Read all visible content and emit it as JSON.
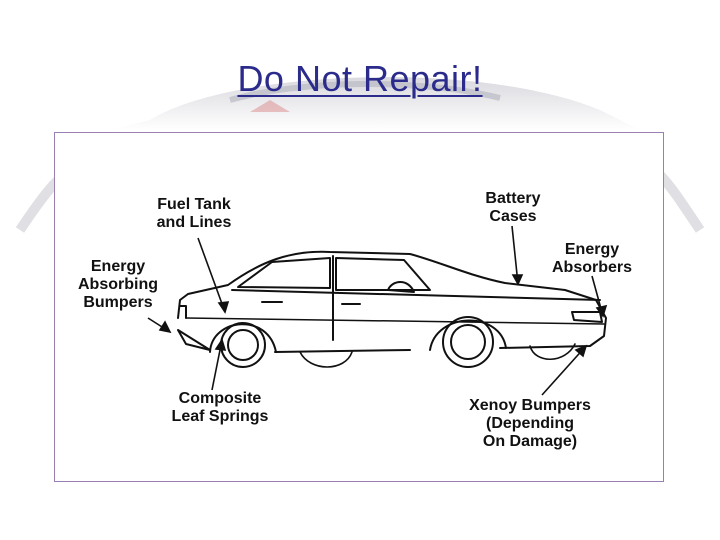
{
  "slide": {
    "title": "Do Not Repair!"
  },
  "diagram": {
    "callouts": {
      "fuel_tank": "Fuel Tank\nand Lines",
      "battery": "Battery\nCases",
      "energy_absorbing_bumpers": "Energy\nAbsorbing\nBumpers",
      "energy_absorbers": "Energy\nAbsorbers",
      "leaf_springs": "Composite\nLeaf Springs",
      "xenoy_bumpers": "Xenoy Bumpers\n(Depending\nOn Damage)"
    }
  },
  "colors": {
    "title": "#2b2b8c",
    "frame_border": "#9a7fb0",
    "line_art": "#111111"
  }
}
